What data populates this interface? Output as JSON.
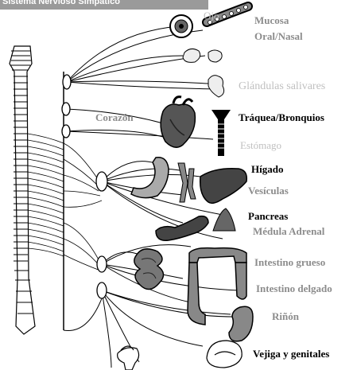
{
  "header": {
    "title": "Sistema Nervioso Simpático"
  },
  "labels": {
    "ojo": "Ojo",
    "mucosa": "Mucosa",
    "oral_nasal": "Oral/Nasal",
    "glandulas": "Glándulas salivares",
    "corazon": "Corazón",
    "traquea": "Tráquea/Bronquios",
    "estomago": "Estómago",
    "higado": "Hígado",
    "vesiculas": "Vesículas",
    "pancreas": "Pancreas",
    "medula": "Médula Adrenal",
    "grueso": "Intestino grueso",
    "delgado": "Intestino delgado",
    "rinon": "Riñón",
    "vejiga": "Vejiga y genitales"
  },
  "colors": {
    "label_gray": "#8c8c8c",
    "label_black": "#000000",
    "organ_dark": "#333333",
    "organ_mid": "#666666",
    "organ_light": "#a8a8a8"
  }
}
